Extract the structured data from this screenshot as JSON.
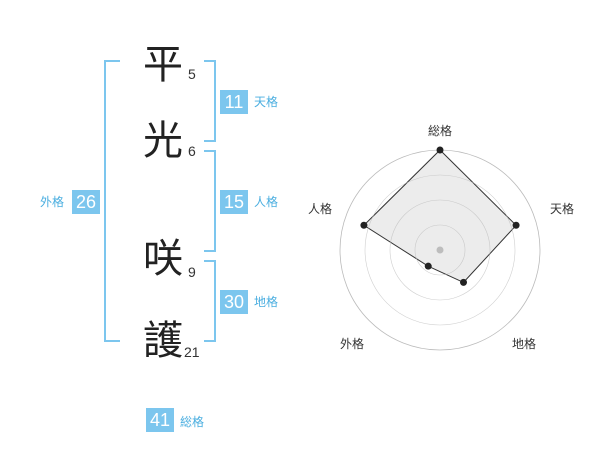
{
  "name": {
    "chars": [
      {
        "char": "平",
        "strokes": "5"
      },
      {
        "char": "光",
        "strokes": "6"
      },
      {
        "char": "咲",
        "strokes": "9"
      },
      {
        "char": "護",
        "strokes": "21"
      }
    ]
  },
  "scores": {
    "tenkaku": {
      "value": "11",
      "label": "天格"
    },
    "jinkaku": {
      "value": "15",
      "label": "人格"
    },
    "chikaku": {
      "value": "30",
      "label": "地格"
    },
    "gaikaku": {
      "value": "26",
      "label": "外格"
    },
    "soukaku": {
      "value": "41",
      "label": "総格"
    }
  },
  "chart_data": {
    "type": "radar",
    "axes": [
      "総格",
      "天格",
      "地格",
      "外格",
      "人格"
    ],
    "values": [
      5,
      4,
      2,
      1,
      4
    ],
    "max": 5,
    "rings": 4,
    "colors": {
      "fill": "#e6e6e6",
      "line": "#333333",
      "grid": "#bbbbbb",
      "center": "#bdbdbd"
    }
  },
  "colors": {
    "accent": "#7cc6ee",
    "accent_text": "#4aaee0"
  }
}
